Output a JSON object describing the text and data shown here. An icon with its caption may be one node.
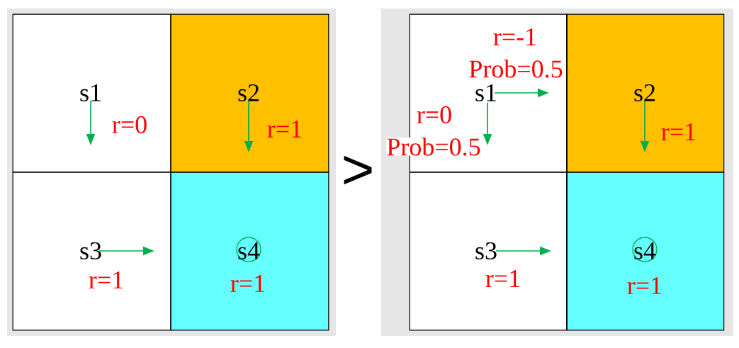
{
  "diagram": {
    "nodes": [
      {
        "text": [
          "s1",
          "r=0"
        ]
      },
      {
        "text": [
          "s2",
          "r=1"
        ]
      },
      {
        "text": [
          "s3",
          "r=1"
        ]
      },
      {
        "text": [
          "s4",
          "r=1"
        ]
      },
      {
        "text": [
          "r=-1",
          "Prob=0.5",
          "s1",
          "r=0",
          "Prob=0.5"
        ]
      },
      {
        "text": [
          "s2",
          "r=1"
        ]
      },
      {
        "text": [
          "s3",
          "r=1"
        ]
      },
      {
        "text": [
          "s4",
          "r=1"
        ]
      }
    ],
    "labels": [
      ">"
    ]
  }
}
